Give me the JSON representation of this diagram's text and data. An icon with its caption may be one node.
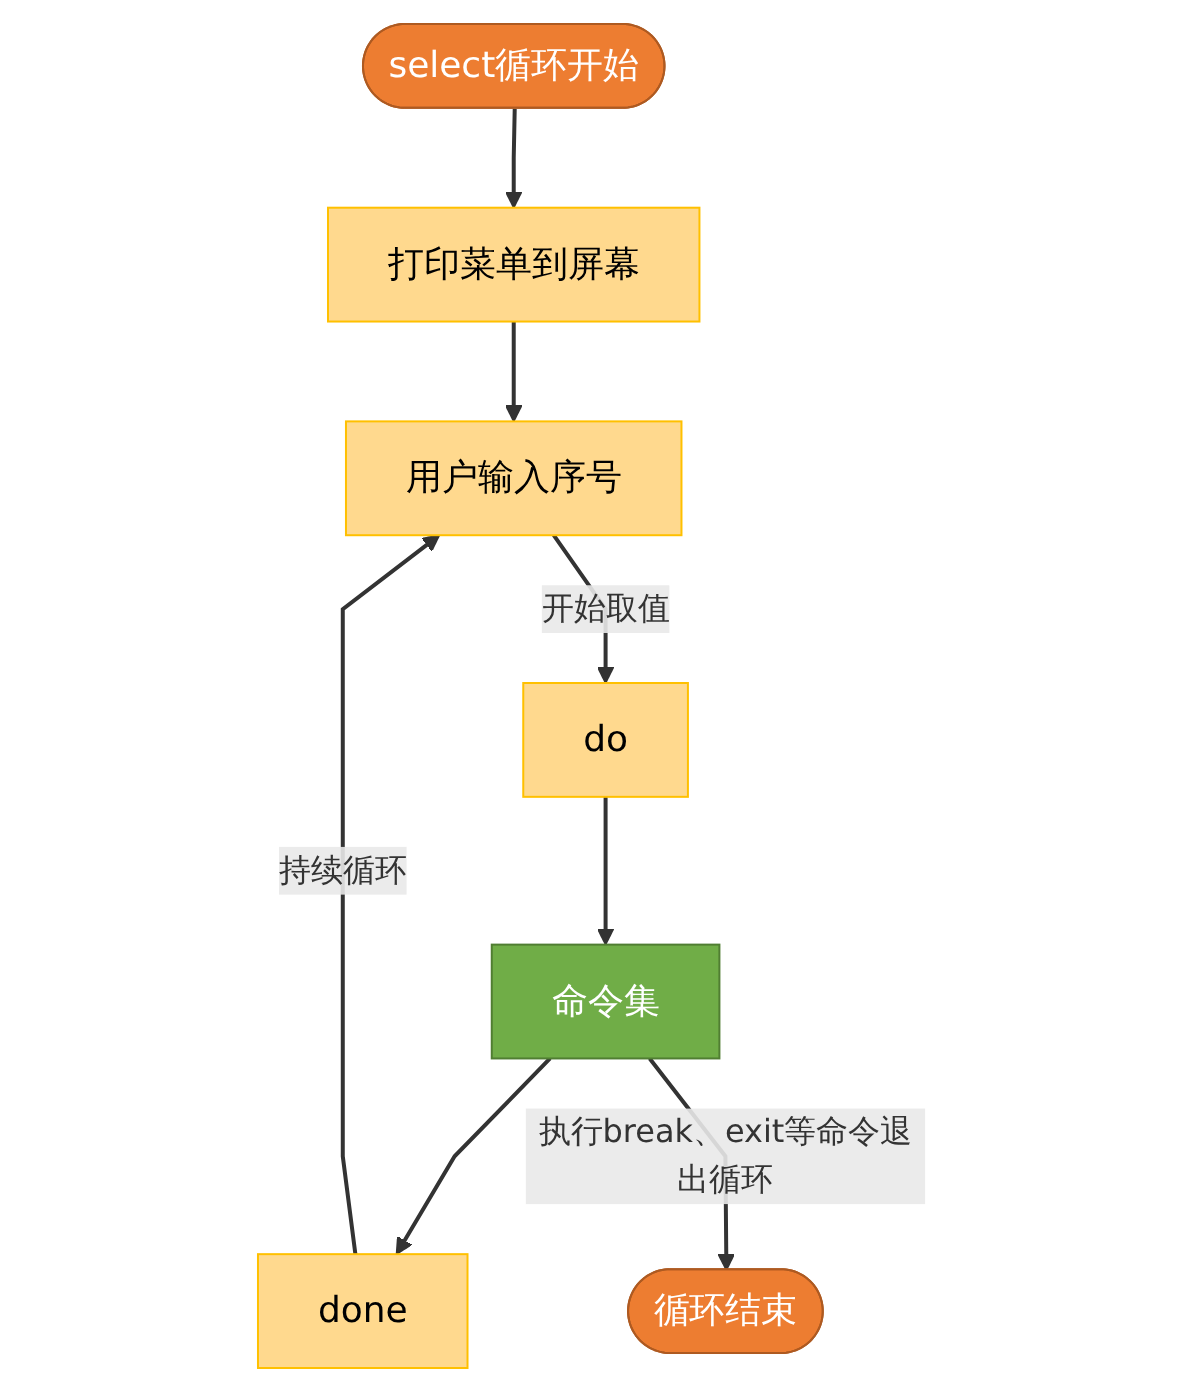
{
  "diagram": {
    "nodes": [
      {
        "text": [
          "select循环开始"
        ]
      },
      {
        "text": [
          "打印菜单到屏幕"
        ]
      },
      {
        "text": [
          "用户输入序号"
        ]
      },
      {
        "text": [
          "do"
        ]
      },
      {
        "text": [
          "命令集"
        ]
      },
      {
        "text": [
          "done"
        ]
      },
      {
        "text": [
          "循环结束"
        ]
      }
    ],
    "edges": [
      {
        "from": 0,
        "to": 1,
        "arrow": "to"
      },
      {
        "from": 1,
        "to": 2,
        "arrow": "to"
      },
      {
        "from": 2,
        "to": 3,
        "arrow": "to",
        "label": "开始取值"
      },
      {
        "from": 3,
        "to": 4,
        "arrow": "to"
      },
      {
        "from": 4,
        "to": 5,
        "arrow": "to"
      },
      {
        "from": 5,
        "to": 2,
        "arrow": "to",
        "label": "持续循环"
      },
      {
        "from": 4,
        "to": 6,
        "arrow": "to",
        "label": "执行break、exit等命令退出循环"
      }
    ]
  }
}
